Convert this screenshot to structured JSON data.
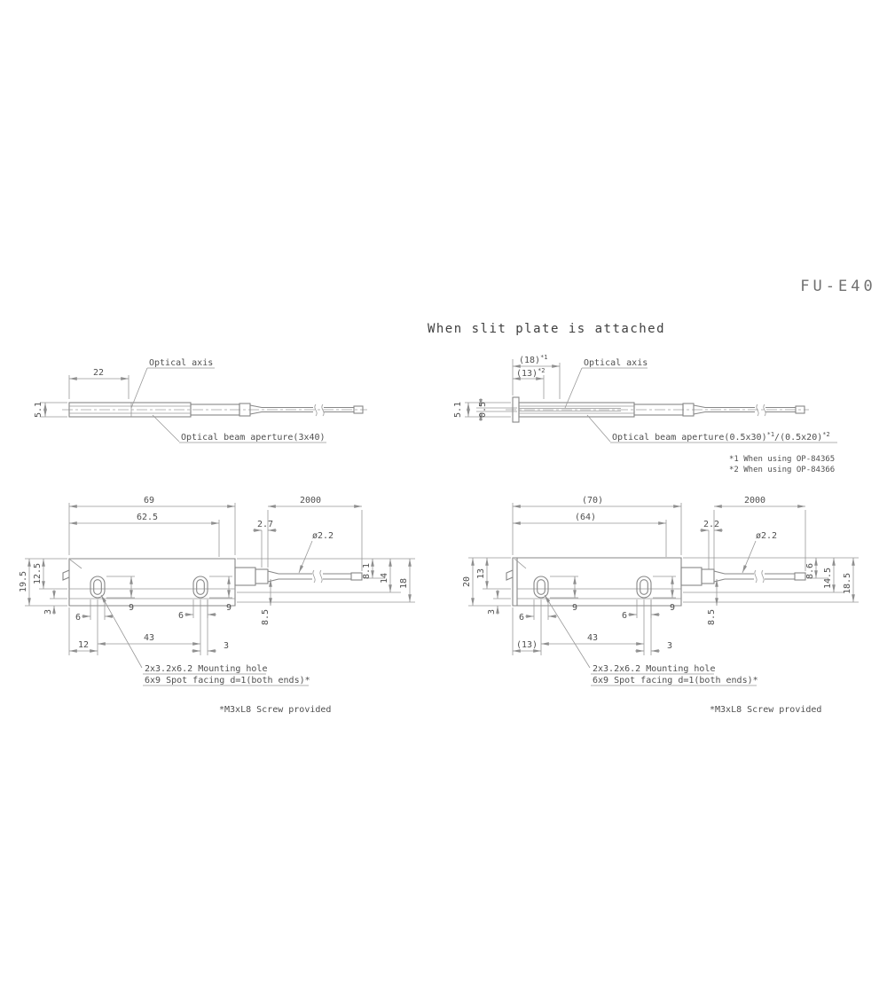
{
  "title": "FU-E40",
  "heading": "When slit plate is attached",
  "colors": {
    "object_line": "#878787",
    "thin_line": "#989898",
    "text": "#4f4f4f"
  },
  "left_side_view": {
    "dim_22": "22",
    "label_optical_axis": "Optical axis",
    "label_beam_aperture": "Optical beam aperture(3x40)",
    "dim_5_1": "5.1"
  },
  "right_side_view": {
    "dim_18": "(18)",
    "ref_1": "*1",
    "dim_13": "(13)",
    "ref_2": "*2",
    "label_optical_axis": "Optical axis",
    "dim_5_1": "5.1",
    "dim_0_5": "0.5",
    "label_beam_aperture_1": "Optical beam aperture(0.5x30)",
    "ref_aperture_1": "*1",
    "slash": "/",
    "label_beam_aperture_2": "(0.5x20)",
    "ref_aperture_2": "*2",
    "footnote_1": "*1 When using OP-84365",
    "footnote_2": "*2 When using OP-84366"
  },
  "left_plan_view": {
    "dim_69": "69",
    "dim_2000": "2000",
    "dim_62_5": "62.5",
    "dim_2_7": "2.7",
    "dim_dia_2_2": "ø2.2",
    "dim_19_5": "19.5",
    "dim_12_5": "12.5",
    "dim_3_left": "3",
    "dim_6_front": "6",
    "dim_9_front": "9",
    "dim_6_rear": "6",
    "dim_9_rear": "9",
    "dim_8_5": "8.5",
    "dim_12": "12",
    "dim_43": "43",
    "dim_3_bottom": "3",
    "dim_8_1": "8.1",
    "dim_14": "14",
    "dim_18": "18",
    "note_mounting_hole": "2x3.2x6.2 Mounting hole",
    "note_spot_facing": "6x9 Spot facing d=1(both ends)*",
    "note_screw": "*M3xL8 Screw provided"
  },
  "right_plan_view": {
    "dim_70": "(70)",
    "dim_2000": "2000",
    "dim_64": "(64)",
    "dim_2_2": "2.2",
    "dim_dia_2_2": "ø2.2",
    "dim_20": "20",
    "dim_13_left": "13",
    "dim_3_left": "3",
    "dim_6_front": "6",
    "dim_9_front": "9",
    "dim_6_rear": "6",
    "dim_9_rear": "9",
    "dim_8_5": "8.5",
    "dim_13_bottom": "(13)",
    "dim_43": "43",
    "dim_3_bottom": "3",
    "dim_8_6": "8.6",
    "dim_14_5": "14.5",
    "dim_18_5": "18.5",
    "note_mounting_hole": "2x3.2x6.2 Mounting hole",
    "note_spot_facing": "6x9 Spot facing d=1(both ends)*",
    "note_screw": "*M3xL8 Screw provided"
  }
}
